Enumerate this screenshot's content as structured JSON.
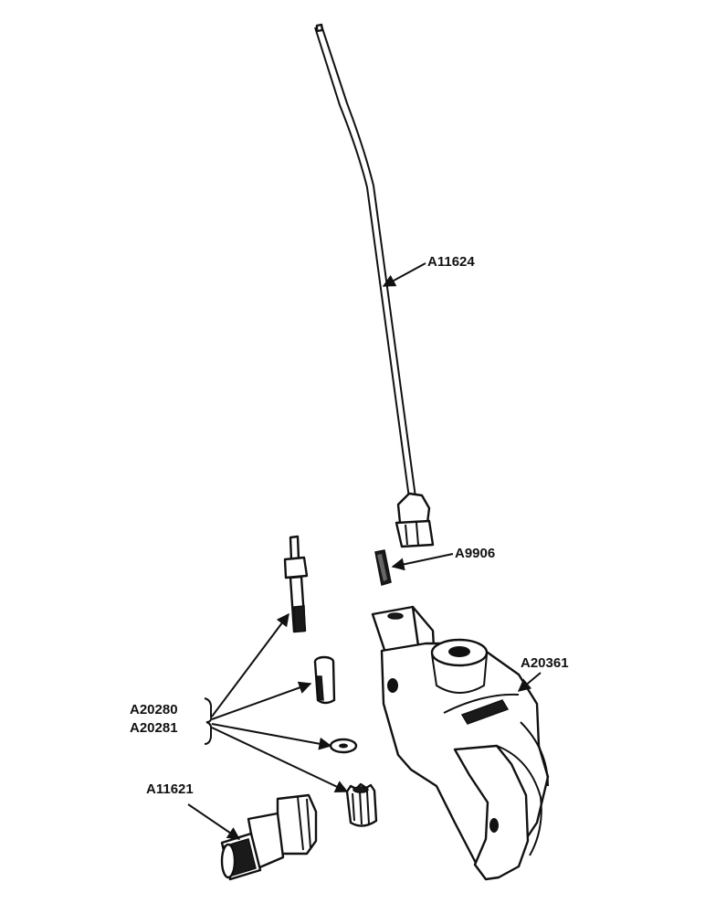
{
  "labels": {
    "tube": "A11624",
    "pin": "A9906",
    "housing": "A20361",
    "set_a": "A20280",
    "set_b": "A20281",
    "fitting": "A11621"
  }
}
